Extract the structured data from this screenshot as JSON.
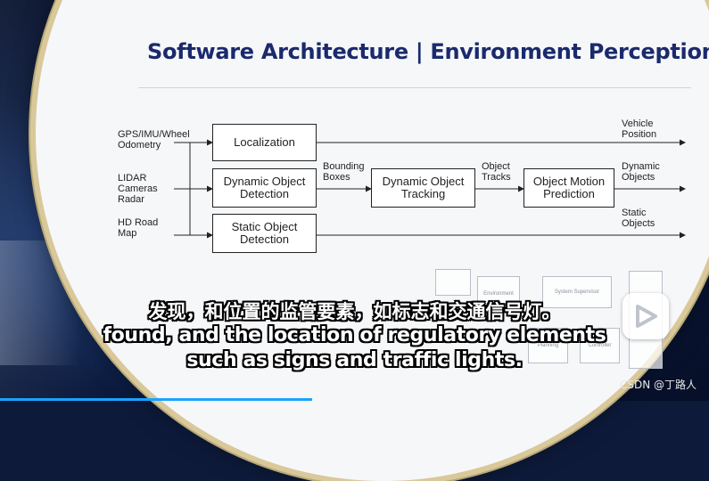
{
  "slide": {
    "title": "Software Architecture | Environment Perception",
    "inputs": {
      "gps": [
        "GPS/IMU/Wheel",
        "Odometry"
      ],
      "lidar": [
        "LIDAR",
        "Cameras",
        "Radar"
      ],
      "map": [
        "HD Road",
        "Map"
      ]
    },
    "boxes": {
      "localization": "Localization",
      "dynamic_detection": [
        "Dynamic Object",
        "Detection"
      ],
      "static_detection": [
        "Static Object",
        "Detection"
      ],
      "tracking": [
        "Dynamic Object",
        "Tracking"
      ],
      "prediction": [
        "Object Motion",
        "Prediction"
      ]
    },
    "edge_labels": {
      "bounding_boxes": [
        "Bounding",
        "Boxes"
      ],
      "object_tracks": [
        "Object",
        "Tracks"
      ]
    },
    "outputs": {
      "vehicle_position": [
        "Vehicle",
        "Position"
      ],
      "dynamic_objects": [
        "Dynamic",
        "Objects"
      ],
      "static_objects": [
        "Static",
        "Objects"
      ]
    },
    "ghost_diagram": {
      "environment": "Environment",
      "system_supervisor": "System Supervisor",
      "planning": "Planning",
      "controller": "Controller"
    }
  },
  "subtitles": {
    "chinese": "发现，和位置的监管要素，如标志和交通信号灯。",
    "english_line1": "found, and the location of regulatory elements",
    "english_line2": "such as signs and traffic lights."
  },
  "player": {
    "play_icon": "play-icon"
  },
  "watermark": "CSDN @丁路人",
  "colors": {
    "title": "#1a2a6c",
    "background": "#0d1a3a",
    "progress": "#1aa3ff",
    "ring": "#d9c89a"
  }
}
